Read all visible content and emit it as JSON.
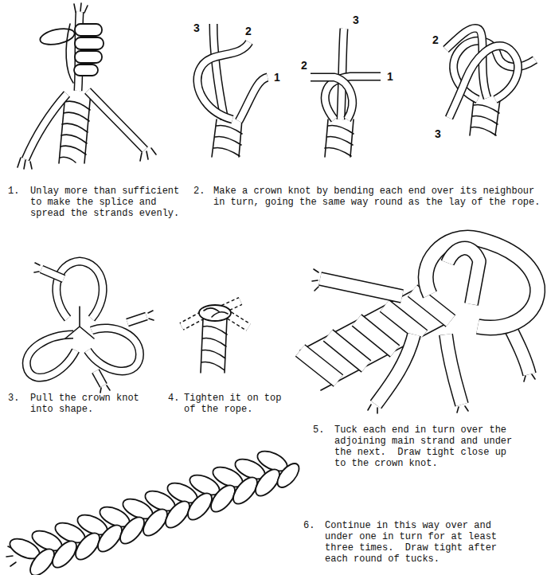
{
  "diagram": {
    "labels": [
      "3",
      "2",
      "1",
      "3",
      "2",
      "1",
      "2",
      "3",
      "1.",
      "Unlay more than sufficient to make the splice and spread the strands evenly.",
      "2.",
      "Make a crown knot by bending each end over its neighbour in turn, going the same way round as the lay of the rope.",
      "3.",
      "Pull the crown knot into shape.",
      "4.",
      "Tighten it on top of the rope.",
      "5.",
      "Tuck each end in turn over the adjoining main strand and under the next.  Draw tight close up to the crown knot.",
      "6.",
      "Continue in this way over and under one in turn for at least three times.  Draw tight after each round of tucks."
    ]
  }
}
